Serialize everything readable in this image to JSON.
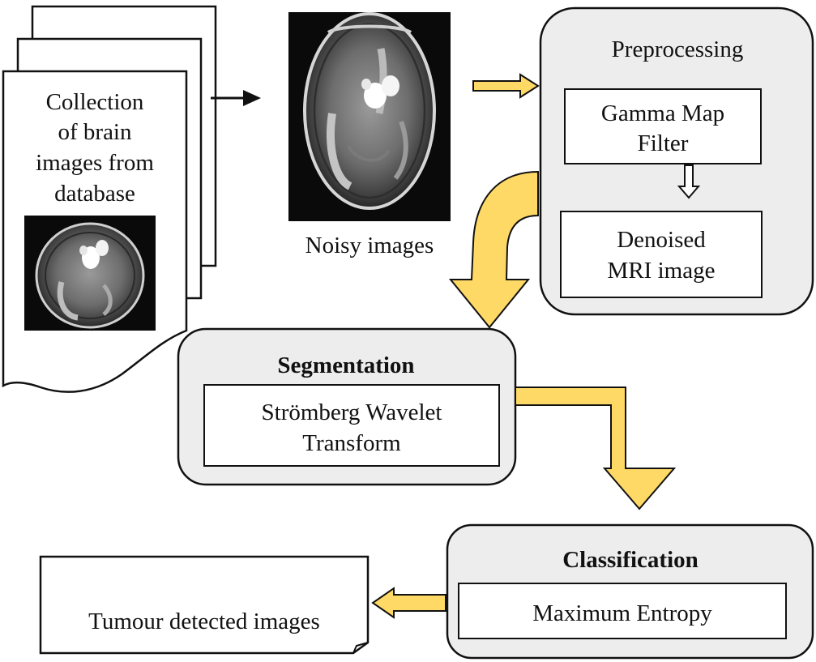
{
  "collection": {
    "line1": "Collection",
    "line2": "of brain",
    "line3": "images from",
    "line4": "database"
  },
  "noisy": {
    "caption": "Noisy images"
  },
  "preprocessing": {
    "title": "Preprocessing",
    "filter": {
      "line1": "Gamma Map",
      "line2": "Filter"
    },
    "output": {
      "line1": "Denoised",
      "line2": "MRI image"
    }
  },
  "segmentation": {
    "title": "Segmentation",
    "method": {
      "line1": "Strömberg Wavelet",
      "line2": "Transform"
    }
  },
  "classification": {
    "title": "Classification",
    "method": "Maximum Entropy"
  },
  "result": {
    "label": "Tumour detected images"
  },
  "colors": {
    "arrow_fill": "#FFD966",
    "panel_fill": "#EDEDED",
    "stroke": "#111111"
  }
}
